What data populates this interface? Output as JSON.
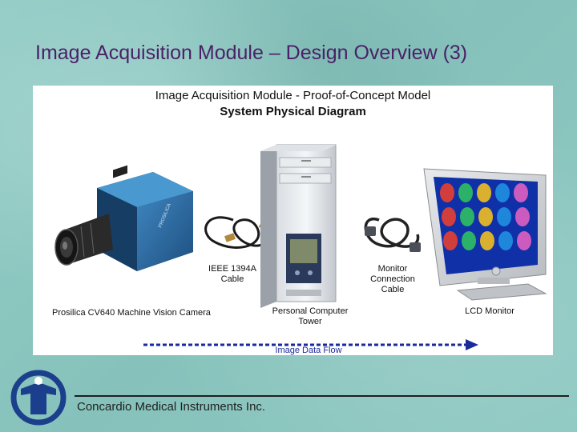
{
  "slide": {
    "title": "Image Acquisition Module – Design Overview (3)"
  },
  "diagram": {
    "title_line1": "Image Acquisition Module - Proof-of-Concept Model",
    "title_line2": "System Physical Diagram",
    "components": {
      "camera": "Prosilica CV640 Machine Vision Camera",
      "cable": "IEEE 1394A\nCable",
      "pc": "Personal Computer\nTower",
      "monitor_cable": "Monitor\nConnection\nCable",
      "monitor": "LCD Monitor"
    },
    "flow_label": "Image Data Flow",
    "camera_brand": "PROSILICA"
  },
  "footer": {
    "company": "Concardio Medical Instruments Inc."
  },
  "colors": {
    "title": "#4a2168",
    "background": "#8cc6c0",
    "flow_arrow": "#1a2a9a",
    "logo": "#1b3f8c"
  },
  "icons": [
    "camera-icon",
    "cable-icon",
    "pc-tower-icon",
    "monitor-cable-icon",
    "lcd-monitor-icon",
    "flow-arrow-icon",
    "company-logo-icon"
  ]
}
